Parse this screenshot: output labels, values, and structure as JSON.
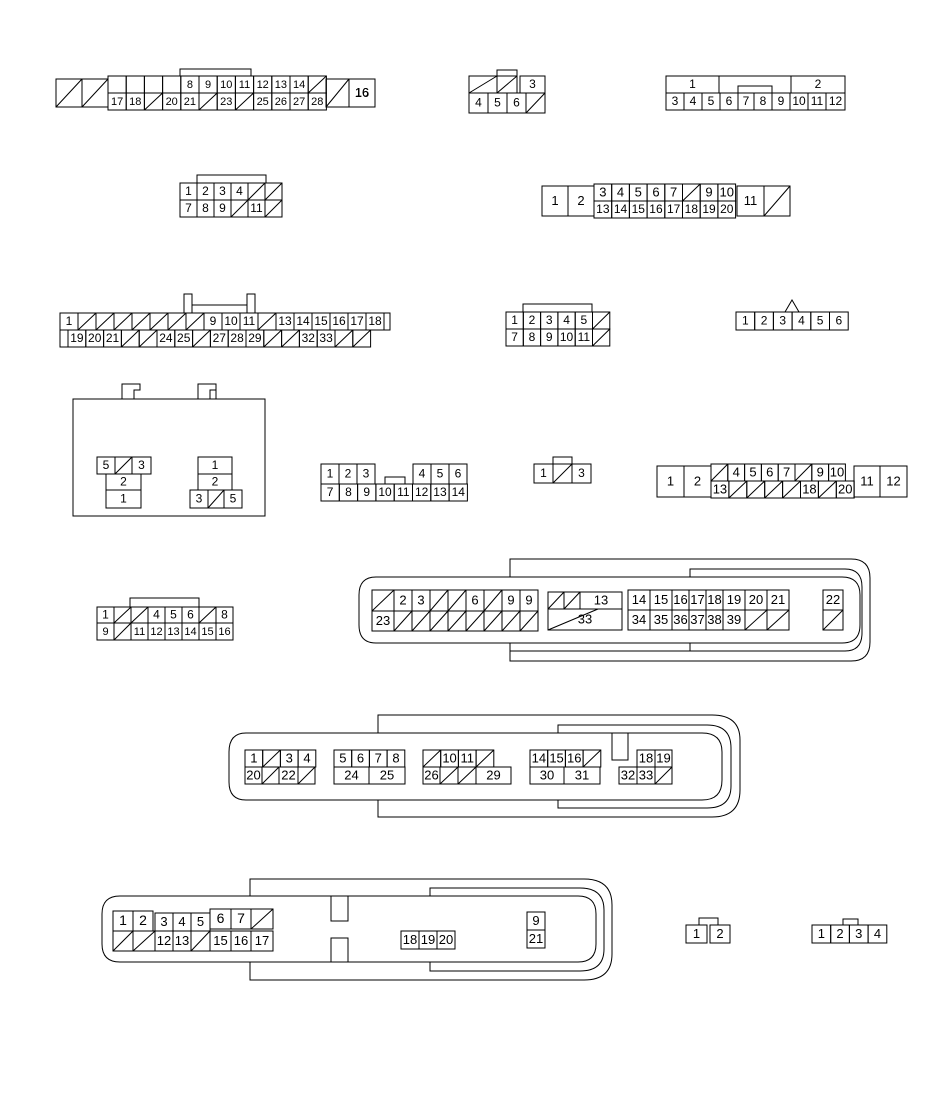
{
  "colors": {
    "line": "#000000",
    "background": "#ffffff"
  },
  "connectors": [
    {
      "id": "c1",
      "top": [
        "/",
        "/",
        "",
        "",
        "",
        "",
        "8",
        "9",
        "10",
        "11",
        "12",
        "13",
        "14",
        "/",
        "16"
      ],
      "bottom": [
        "/",
        "/",
        "17",
        "18",
        "/",
        "20",
        "21",
        "/",
        "23",
        "/",
        "25",
        "26",
        "27",
        "28",
        "/"
      ]
    },
    {
      "id": "c2",
      "top": [
        "/",
        "/",
        "3"
      ],
      "bottom": [
        "4",
        "5",
        "6",
        "/"
      ]
    },
    {
      "id": "c3",
      "top": [
        "1",
        "2"
      ],
      "bottom": [
        "3",
        "4",
        "5",
        "6",
        "7",
        "8",
        "9",
        "10",
        "11",
        "12"
      ]
    },
    {
      "id": "c4",
      "top": [
        "1",
        "2",
        "3",
        "4",
        "/",
        "/"
      ],
      "bottom": [
        "7",
        "8",
        "9",
        "/",
        "11",
        "/"
      ]
    },
    {
      "id": "c5",
      "top": [
        "1",
        "2",
        "3",
        "4",
        "5",
        "6",
        "7",
        "/",
        "9",
        "10",
        "11",
        "/"
      ],
      "bottom": [
        "13",
        "14",
        "15",
        "16",
        "17",
        "18",
        "19",
        "20"
      ]
    },
    {
      "id": "c6",
      "top": [
        "1",
        "/",
        "/",
        "/",
        "/",
        "/",
        "/",
        "/",
        "9",
        "10",
        "11",
        "/",
        "13",
        "14",
        "15",
        "16",
        "17",
        "18",
        ""
      ],
      "bottom": [
        "",
        "19",
        "20",
        "21",
        "/",
        "/",
        "24",
        "25",
        "/",
        "27",
        "28",
        "29",
        "/",
        "/",
        "32",
        "33",
        "/",
        "/"
      ]
    },
    {
      "id": "c7",
      "top": [
        "1",
        "2",
        "3",
        "4",
        "5",
        "/"
      ],
      "bottom": [
        "7",
        "8",
        "9",
        "10",
        "11",
        "/"
      ]
    },
    {
      "id": "c8",
      "top": [
        "1",
        "2",
        "3",
        "4",
        "5",
        "6"
      ],
      "bottom": []
    },
    {
      "id": "c9",
      "cells": [
        "5",
        "/",
        "3",
        "2",
        "1",
        "1",
        "2",
        "3",
        "/",
        "5"
      ]
    },
    {
      "id": "c10",
      "top": [
        "1",
        "2",
        "3",
        "",
        "",
        "4",
        "5",
        "6"
      ],
      "bottom": [
        "7",
        "8",
        "9",
        "10",
        "11",
        "12",
        "13",
        "14"
      ]
    },
    {
      "id": "c11",
      "top": [
        "1",
        "/",
        "3"
      ],
      "bottom": []
    },
    {
      "id": "c12",
      "top": [
        "1",
        "2",
        "/",
        "4",
        "5",
        "6",
        "7",
        "/",
        "9",
        "10",
        "11",
        "12"
      ],
      "bottom": [
        "13",
        "/",
        "/",
        "/",
        "/",
        "18",
        "/",
        "20"
      ]
    },
    {
      "id": "c13",
      "top": [
        "1",
        "/",
        "/",
        "4",
        "5",
        "6",
        "/",
        "8"
      ],
      "bottom": [
        "9",
        "/",
        "11",
        "12",
        "13",
        "14",
        "15",
        "16"
      ]
    },
    {
      "id": "c14",
      "top": [
        "/",
        "2",
        "3",
        "/",
        "/",
        "6",
        "/",
        "9",
        "/",
        "/",
        "13",
        "14",
        "15",
        "16",
        "17",
        "18",
        "19",
        "20",
        "21",
        "22"
      ],
      "bottom": [
        "23",
        "/",
        "/",
        "/",
        "/",
        "/",
        "/",
        "/",
        "/",
        "33",
        "34",
        "35",
        "36",
        "37",
        "38",
        "39",
        "/",
        "/",
        "/"
      ]
    },
    {
      "id": "c15",
      "top": [
        "1",
        "/",
        "3",
        "4",
        "5",
        "6",
        "7",
        "8",
        "/",
        "10",
        "11",
        "/",
        "14",
        "15",
        "16",
        "/",
        "18",
        "19"
      ],
      "bottom": [
        "20",
        "/",
        "22",
        "/",
        "24",
        "25",
        "26",
        "/",
        "/",
        "29",
        "30",
        "31",
        "32",
        "33",
        "/"
      ]
    },
    {
      "id": "c16",
      "top": [
        "1",
        "2",
        "3",
        "4",
        "5",
        "6",
        "7",
        "/",
        "9"
      ],
      "bottom": [
        "/",
        "/",
        "12",
        "13",
        "/",
        "15",
        "16",
        "17",
        "18",
        "19",
        "20",
        "21"
      ]
    },
    {
      "id": "c17",
      "top": [
        "1",
        "2"
      ],
      "bottom": []
    },
    {
      "id": "c18",
      "top": [
        "1",
        "2",
        "3",
        "4"
      ],
      "bottom": []
    }
  ]
}
